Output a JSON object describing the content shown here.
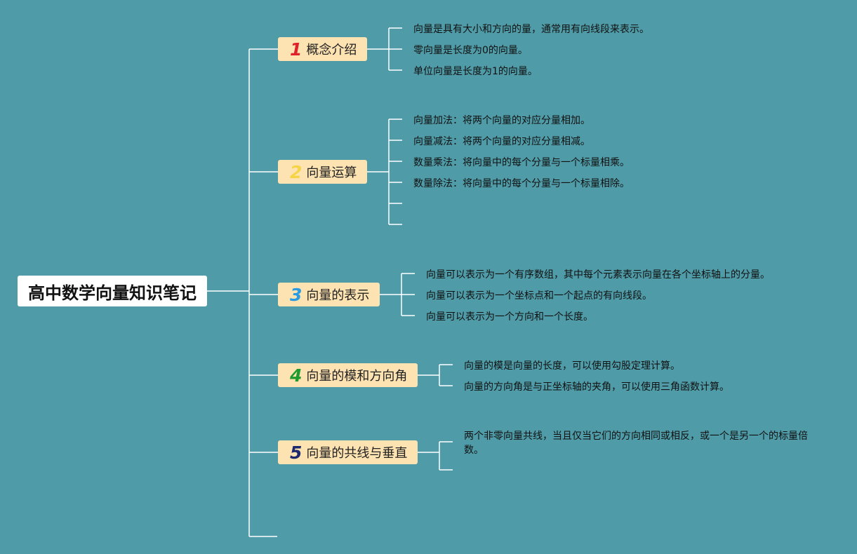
{
  "title": "高中数学向量知识笔记",
  "colors": {
    "background": "#4f9ca8",
    "topic_fill": "#fde2b2",
    "line": "#ffffff"
  },
  "branches": [
    {
      "number": "1",
      "number_color": "#e0202a",
      "label": "概念介绍",
      "items": [
        "向量是具有大小和方向的量，通常用有向线段来表示。",
        "零向量是长度为0的向量。",
        "单位向量是长度为1的向量。"
      ]
    },
    {
      "number": "2",
      "number_color": "#f5d547",
      "label": "向量运算",
      "items": [
        "向量加法：将两个向量的对应分量相加。",
        "向量减法：将两个向量的对应分量相减。",
        "数量乘法：将向量中的每个分量与一个标量相乘。",
        "数量除法：将向量中的每个分量与一个标量相除。"
      ]
    },
    {
      "number": "3",
      "number_color": "#2a9be0",
      "label": "向量的表示",
      "items": [
        "向量可以表示为一个有序数组，其中每个元素表示向量在各个坐标轴上的分量。",
        "向量可以表示为一个坐标点和一个起点的有向线段。",
        "向量可以表示为一个方向和一个长度。"
      ]
    },
    {
      "number": "4",
      "number_color": "#1f9a2e",
      "label": "向量的模和方向角",
      "items": [
        "向量的模是向量的长度，可以使用勾股定理计算。",
        "向量的方向角是与正坐标轴的夹角，可以使用三角函数计算。"
      ]
    },
    {
      "number": "5",
      "number_color": "#1f2a6e",
      "label": "向量的共线与垂直",
      "items": [
        "两个非零向量共线，当且仅当它们的方向相同或相反，或一个是另一个的标量倍数。"
      ]
    }
  ]
}
